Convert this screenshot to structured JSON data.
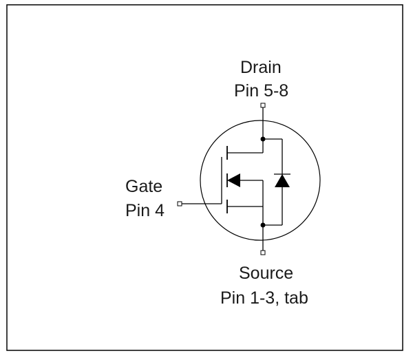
{
  "labels": {
    "drain_name": "Drain",
    "drain_pins": "Pin 5-8",
    "gate_name": "Gate",
    "gate_pins": "Pin 4",
    "source_name": "Source",
    "source_pins": "Pin 1-3, tab"
  },
  "colors": {
    "stroke": "#000000",
    "background": "#ffffff",
    "text": "#1a1a1a"
  }
}
